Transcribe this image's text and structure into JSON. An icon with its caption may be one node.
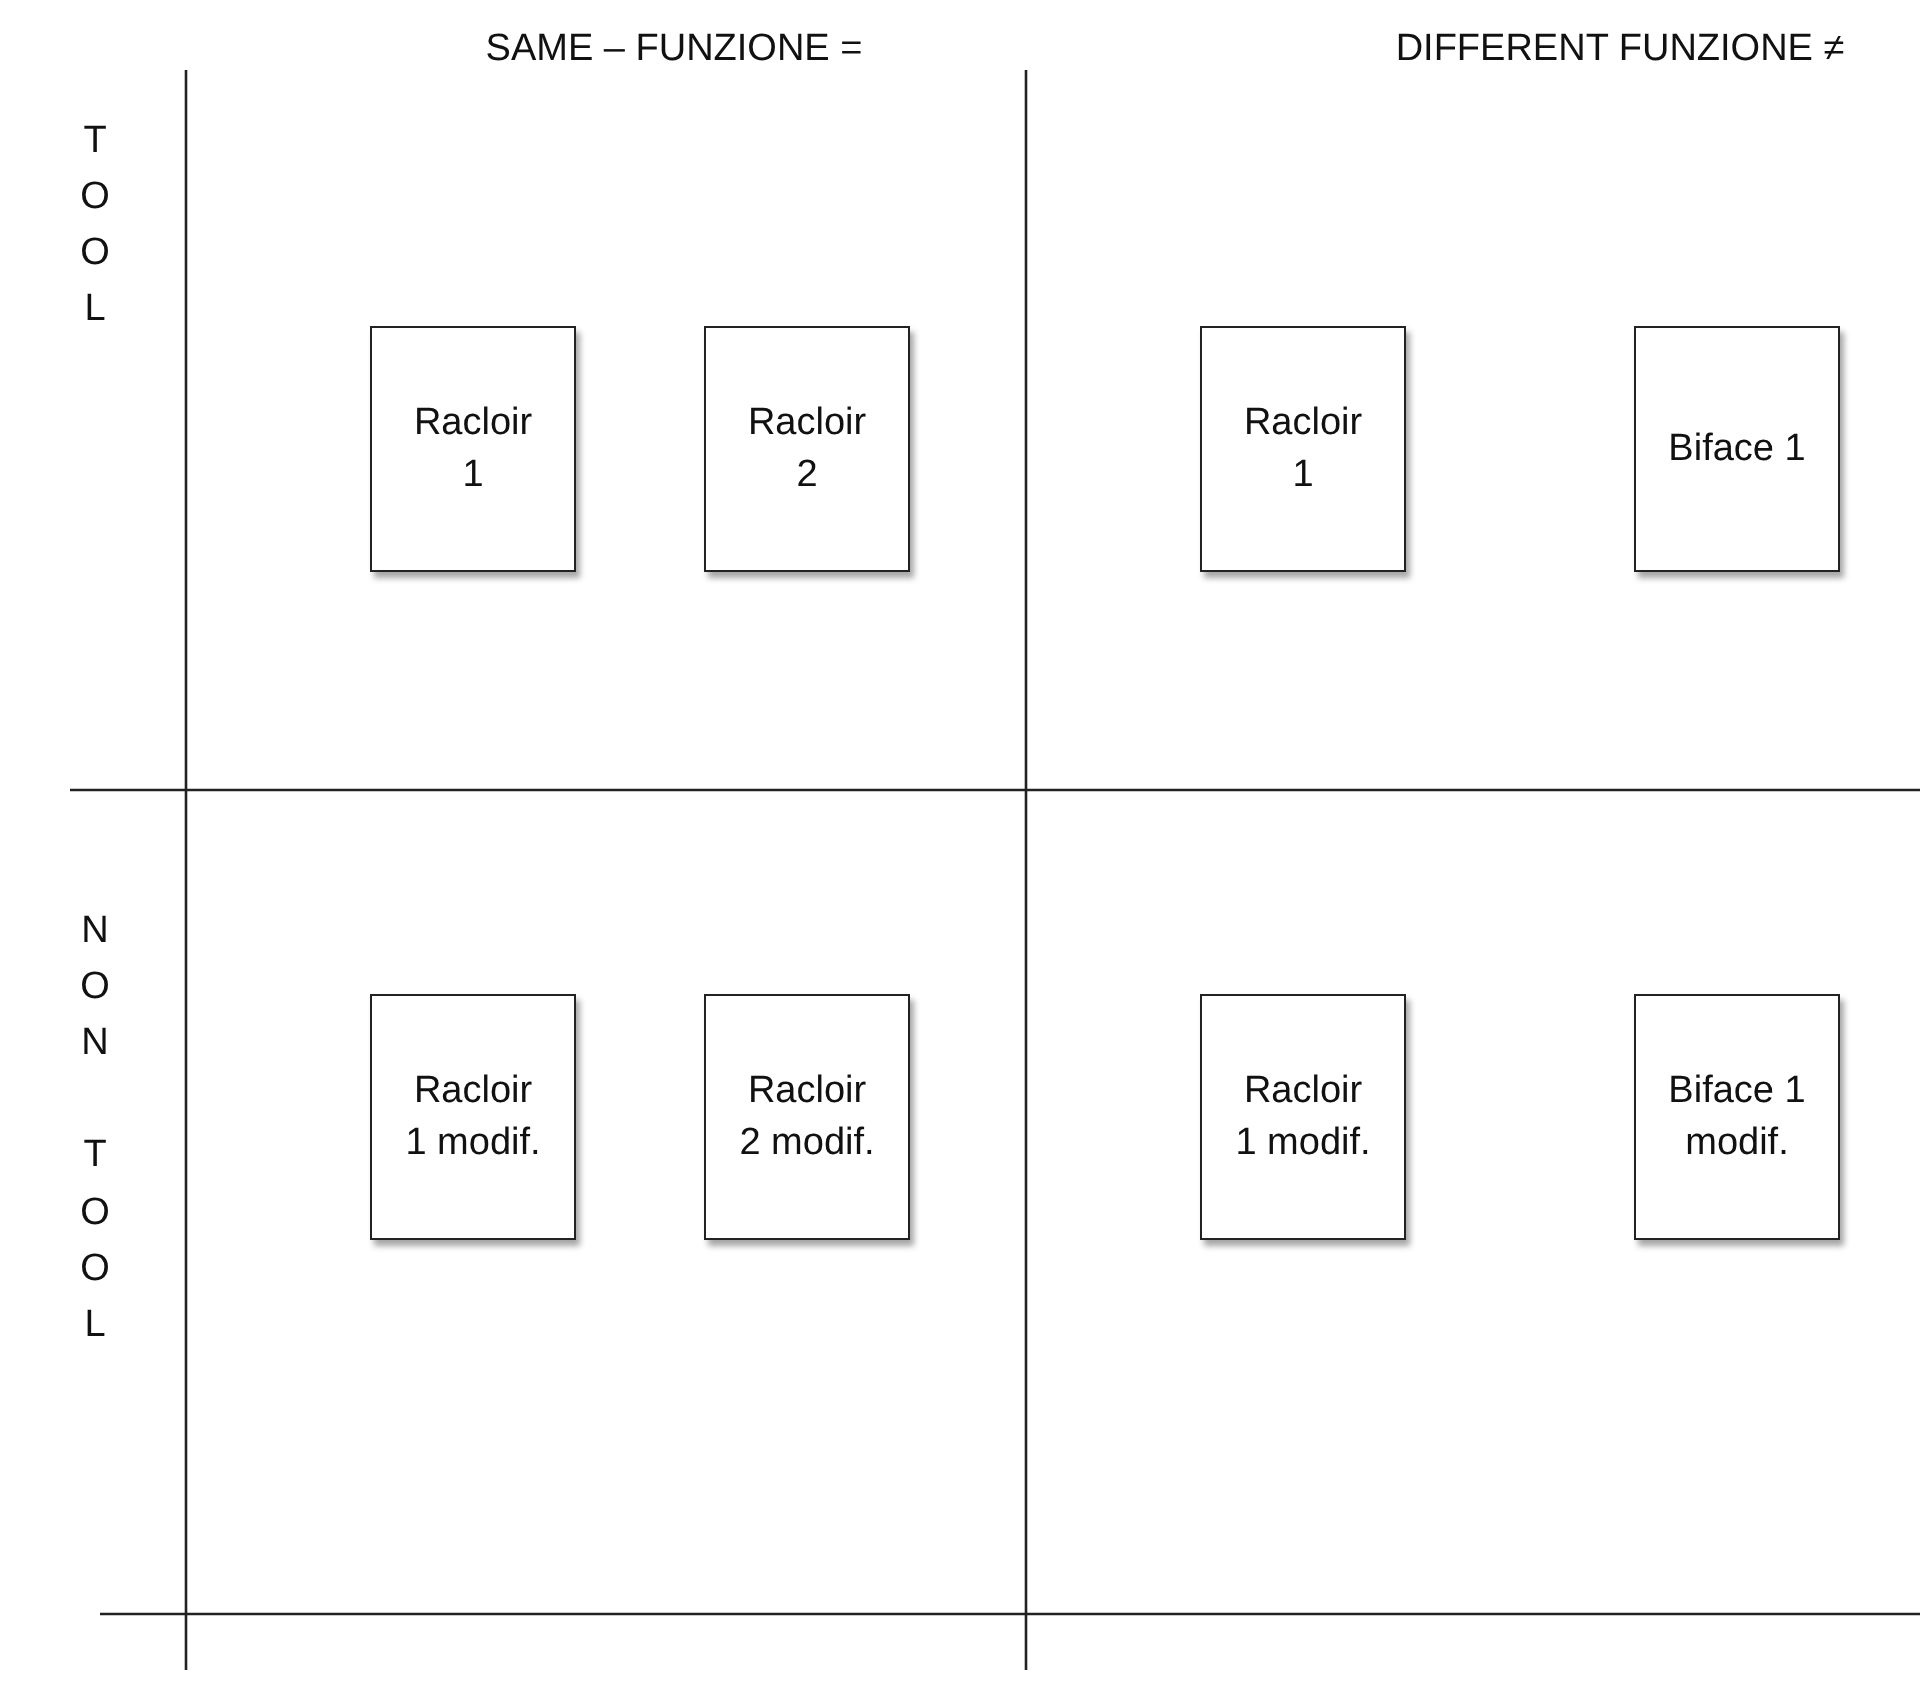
{
  "diagram": {
    "nodes": [
      {
        "text": [
          "Racloir 1"
        ]
      },
      {
        "text": [
          "Racloir 2"
        ]
      },
      {
        "text": [
          "Racloir 1"
        ]
      },
      {
        "text": [
          "Biface 1"
        ]
      },
      {
        "text": [
          "Racloir 1 modif."
        ]
      },
      {
        "text": [
          "Racloir 2 modif."
        ]
      },
      {
        "text": [
          "Racloir 1 modif."
        ]
      },
      {
        "text": [
          "Biface 1 modif."
        ]
      }
    ],
    "labels": [
      "SAME – FUNZIONE =",
      "DIFFERENT FUNZIONE ≠",
      "TOOL",
      "NON TOOL"
    ]
  }
}
